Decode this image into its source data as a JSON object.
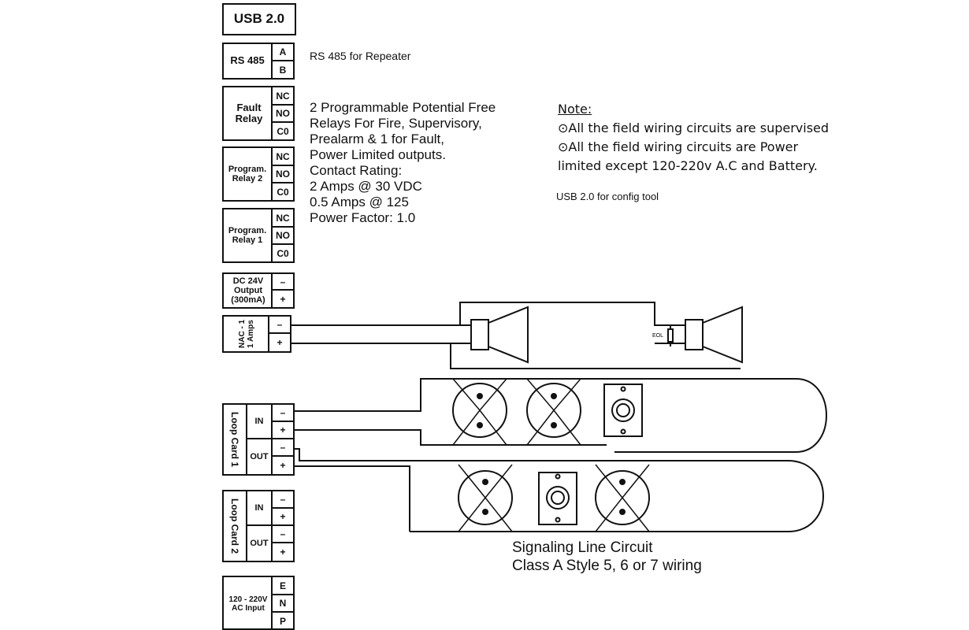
{
  "terminals": {
    "usb": "USB 2.0",
    "rs485": {
      "label": "RS 485",
      "pins": [
        "A",
        "B"
      ]
    },
    "fault_relay": {
      "label": "Fault Relay",
      "pins": [
        "NC",
        "NO",
        "C0"
      ]
    },
    "program_relay_2": {
      "label": "Program. Relay 2",
      "pins": [
        "NC",
        "NO",
        "C0"
      ]
    },
    "program_relay_1": {
      "label": "Program. Relay 1",
      "pins": [
        "NC",
        "NO",
        "C0"
      ]
    },
    "dc_output": {
      "label": "DC 24V Output (300mA)",
      "pins": [
        "–",
        "+"
      ]
    },
    "nac": {
      "label": "NAC - 1 1 Amps",
      "pins": [
        "–",
        "+"
      ]
    },
    "loop_card_1": {
      "label": "Loop Card 1",
      "in": "IN",
      "out": "OUT",
      "pins": [
        "–",
        "+",
        "–",
        "+"
      ]
    },
    "loop_card_2": {
      "label": "Loop Card 2",
      "in": "IN",
      "out": "OUT",
      "pins": [
        "–",
        "+",
        "–",
        "+"
      ]
    },
    "ac_input": {
      "label": "120 - 220V AC Input",
      "pins": [
        "E",
        "N",
        "P"
      ]
    }
  },
  "text": {
    "rs485_desc": "RS 485 for Repeater",
    "relay_desc": [
      "2 Programmable Potential Free",
      "Relays For Fire, Supervisory,",
      "Prealarm & 1 for Fault,",
      "Power Limited outputs.",
      "Contact Rating:",
      "2 Amps @ 30 VDC",
      "0.5 Amps @ 125",
      "Power Factor: 1.0"
    ],
    "note_title": "Note:",
    "note_lines": [
      "⊙All the field wiring circuits are supervised",
      "⊙All the field wiring circuits are Power",
      "limited except 120-220v A.C and Battery."
    ],
    "usb_desc": "USB 2.0 for config tool",
    "eol": "EOL",
    "slc_line1": "Signaling Line Circuit",
    "slc_line2": "Class A Style 5, 6 or 7 wiring"
  }
}
